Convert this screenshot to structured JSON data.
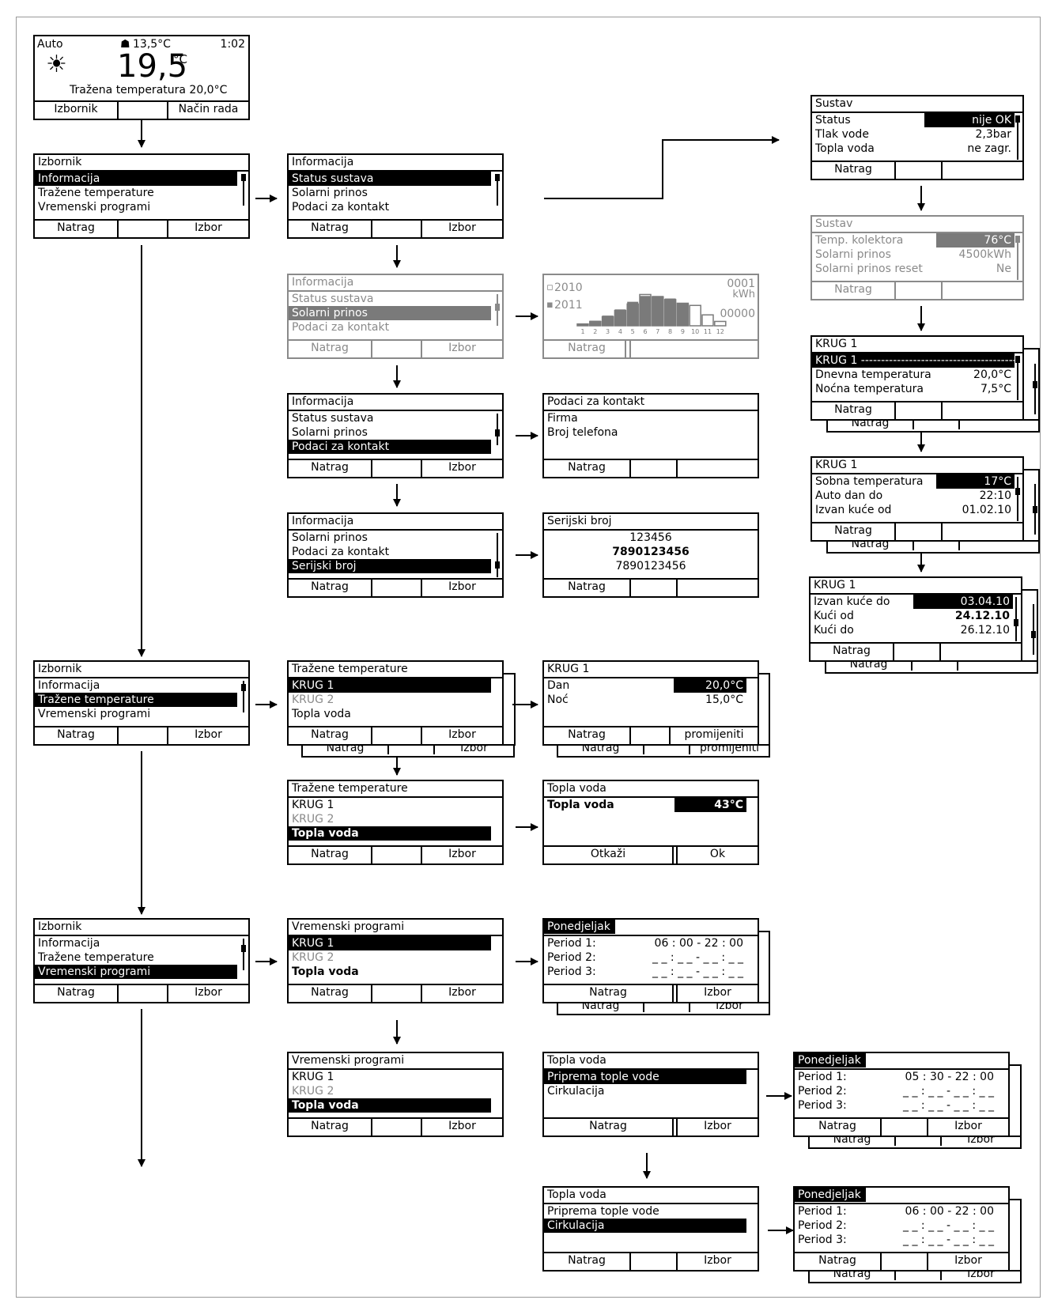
{
  "home": {
    "mode": "Auto",
    "outside_temp": "13,5°C",
    "time": "1:02",
    "room_temp": "19,5",
    "unit": "°C",
    "target": "Tražena temperatura 20,0°C",
    "btn_left": "Izbornik",
    "btn_right": "Način rada"
  },
  "izbornik": {
    "title": "Izbornik",
    "items": [
      "Informacija",
      "Tražene temperature",
      "Vremenski programi"
    ],
    "btn_left": "Natrag",
    "btn_right": "Izbor"
  },
  "informacija": {
    "title": "Informacija",
    "items": [
      "Status sustava",
      "Solarni prinos",
      "Podaci za kontakt",
      "Serijski broj"
    ],
    "btn_left": "Natrag",
    "btn_right": "Izbor"
  },
  "sustav_status": {
    "title": "Sustav",
    "rows": [
      {
        "label": "Status",
        "value": "nije OK"
      },
      {
        "label": "Tlak vode",
        "value": "2,3bar"
      },
      {
        "label": "Topla voda",
        "value": "ne zagr."
      }
    ],
    "btn_left": "Natrag"
  },
  "sustav_solar": {
    "title": "Sustav",
    "rows": [
      {
        "label": "Temp. kolektora",
        "value": "76°C"
      },
      {
        "label": "Solarni prinos",
        "value": "4500kWh"
      },
      {
        "label": "Solarni prinos reset",
        "value": "Ne"
      }
    ],
    "btn_left": "Natrag"
  },
  "krug_a": {
    "title": "KRUG 1",
    "sel": "KRUG 1 ------------------------------------------",
    "rows": [
      {
        "label": "Dnevna temperatura",
        "value": "20,0°C"
      },
      {
        "label": "Noćna temperatura",
        "value": "7,5°C"
      }
    ],
    "btn_left": "Natrag"
  },
  "krug_b": {
    "title": "KRUG 1",
    "rows": [
      {
        "label": "Sobna temperatura",
        "value": "17°C"
      },
      {
        "label": "Auto dan do",
        "value": "22:10"
      },
      {
        "label": "Izvan kuće od",
        "value": "01.02.10"
      }
    ],
    "btn_left": "Natrag"
  },
  "krug_c": {
    "title": "KRUG 1",
    "rows": [
      {
        "label": "Izvan kuće do",
        "value": "03.04.10"
      },
      {
        "label": "Kući od",
        "value": "24.12.10"
      },
      {
        "label": "Kući do",
        "value": "26.12.10"
      }
    ],
    "btn_left": "Natrag"
  },
  "chart_box": {
    "legend_2010": "2010",
    "legend_2011": "2011",
    "unit_top": "0001",
    "unit_kwh": "kWh",
    "unit_zero": "00000",
    "btn_left": "Natrag"
  },
  "chart_data": {
    "type": "bar",
    "categories": [
      "1",
      "2",
      "3",
      "4",
      "5",
      "6",
      "7",
      "8",
      "9",
      "10",
      "11",
      "12"
    ],
    "series": [
      {
        "name": "2011",
        "values": [
          0.05,
          0.14,
          0.28,
          0.45,
          0.66,
          0.82,
          0.82,
          0.75,
          0.63,
          0,
          0,
          0
        ]
      },
      {
        "name": "2010",
        "values": [
          0.05,
          0.12,
          0.25,
          0.42,
          0.6,
          0.86,
          0.8,
          0.72,
          0.62,
          0.56,
          0.3,
          0.12
        ]
      }
    ],
    "ylim": [
      0,
      1
    ],
    "grid": false
  },
  "kontakt": {
    "title": "Podaci za kontakt",
    "items": [
      "Firma",
      "Broj telefona"
    ],
    "btn_left": "Natrag"
  },
  "serijski": {
    "title": "Serijski broj",
    "lines": [
      "123456",
      "7890123456",
      "7890123456"
    ],
    "btn_left": "Natrag"
  },
  "trazene": {
    "title": "Tražene temperature",
    "items": [
      "KRUG 1",
      "KRUG 2",
      "Topla voda"
    ],
    "btn_left": "Natrag",
    "btn_right": "Izbor"
  },
  "krug_dan": {
    "title": "KRUG 1",
    "rows": [
      {
        "label": "Dan",
        "value": "20,0°C"
      },
      {
        "label": "Noć",
        "value": "15,0°C"
      }
    ],
    "btn_left": "Natrag",
    "btn_right": "promijeniti"
  },
  "topla_set": {
    "title": "Topla voda",
    "label": "Topla voda",
    "value": "43°C",
    "btn_left": "Otkaži",
    "btn_right": "Ok"
  },
  "vremenski": {
    "title": "Vremenski programi",
    "items": [
      "KRUG 1",
      "KRUG 2",
      "Topla voda"
    ],
    "btn_left": "Natrag",
    "btn_right": "Izbor"
  },
  "ponedjeljak_a": {
    "title": "Ponedjeljak",
    "rows": [
      {
        "label": "Period 1:",
        "value": "06 : 00 - 22 : 00"
      },
      {
        "label": "Period 2:",
        "value": "_ _ : _ _ - _ _ : _ _"
      },
      {
        "label": "Period 3:",
        "value": "_ _ : _ _ - _ _ : _ _"
      }
    ],
    "btn_left": "Natrag",
    "btn_right": "Izbor"
  },
  "topla_menu": {
    "title": "Topla voda",
    "items": [
      "Priprema tople vode",
      "Cirkulacija"
    ],
    "btn_left": "Natrag",
    "btn_right": "Izbor"
  },
  "ponedjeljak_b": {
    "title": "Ponedjeljak",
    "rows": [
      {
        "label": "Period 1:",
        "value": "05 : 30 - 22 : 00"
      },
      {
        "label": "Period 2:",
        "value": "_ _ : _ _ - _ _ : _ _"
      },
      {
        "label": "Period 3:",
        "value": "_ _ : _ _ - _ _ : _ _"
      }
    ],
    "btn_left": "Natrag",
    "btn_right": "Izbor"
  },
  "ponedjeljak_c": {
    "title": "Ponedjeljak",
    "rows": [
      {
        "label": "Period 1:",
        "value": "06 : 00 - 22 : 00"
      },
      {
        "label": "Period 2:",
        "value": "_ _ : _ _ - _ _ : _ _"
      },
      {
        "label": "Period 3:",
        "value": "_ _ : _ _ - _ _ : _ _"
      }
    ],
    "btn_left": "Natrag",
    "btn_right": "Izbor"
  },
  "colors": {
    "ink": "#000000",
    "grey": "#8a8a8a",
    "bar_grey": "#7a7a7a"
  }
}
